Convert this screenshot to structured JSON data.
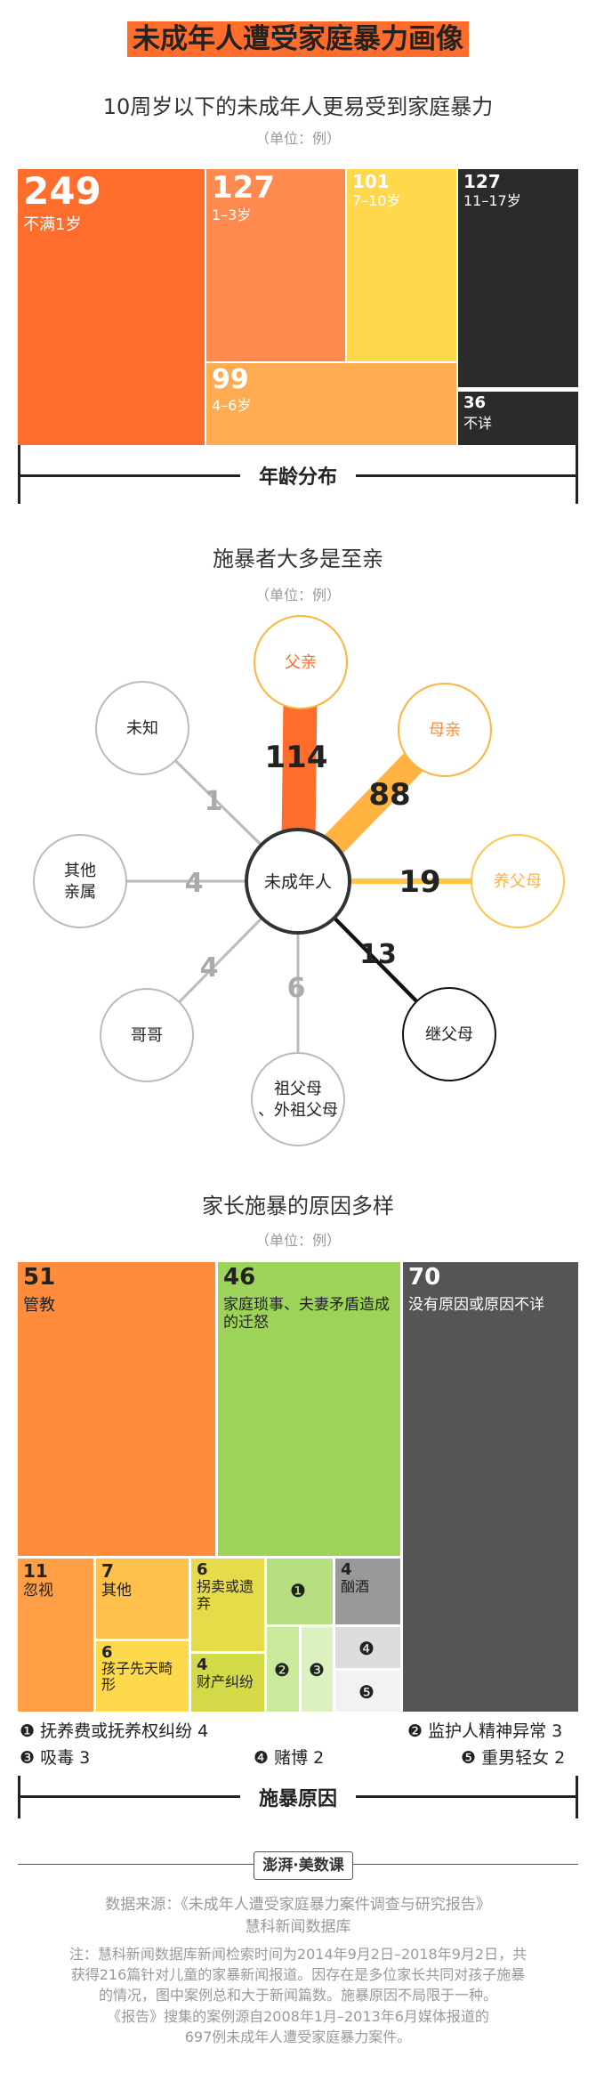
{
  "title": "未成年人遭受家庭暴力画像",
  "section1": {
    "title": "10周岁以下的未成年人更易受到家庭暴力",
    "unit": "（单位：例）",
    "bracket_label": "年龄分布"
  },
  "section2": {
    "title": "施暴者大多是至亲",
    "unit": "（单位：例）",
    "center_label": "未成年人"
  },
  "section3": {
    "title": "家长施暴的原因多样",
    "unit": "（单位：例）",
    "bracket_label": "施暴原因"
  },
  "chart_data": [
    {
      "type": "treemap",
      "title": "10周岁以下的未成年人更易受到家庭暴力",
      "unit": "（单位：例）",
      "items": [
        {
          "label": "不满1岁",
          "value": 249,
          "color": "#ff6d2d"
        },
        {
          "label": "1–3岁",
          "value": 127,
          "color": "#ff8a50"
        },
        {
          "label": "4–6岁",
          "value": 99,
          "color": "#ffab52"
        },
        {
          "label": "7–10岁",
          "value": 101,
          "color": "#ffd84c"
        },
        {
          "label": "11–17岁",
          "value": 127,
          "color": "#2b2b2b"
        },
        {
          "label": "不详",
          "value": 36,
          "color": "#2b2b2b"
        }
      ]
    },
    {
      "type": "network",
      "title": "施暴者大多是至亲",
      "unit": "（单位：例）",
      "center": "未成年人",
      "links": [
        {
          "label": "父亲",
          "value": 114,
          "color": "#ff6d2d"
        },
        {
          "label": "母亲",
          "value": 88,
          "color": "#ffb340"
        },
        {
          "label": "养父母",
          "value": 19,
          "color": "#ffc64a"
        },
        {
          "label": "继父母",
          "value": 13,
          "color": "#111111"
        },
        {
          "label": "祖父母、外祖父母",
          "value": 6,
          "color": "#bbbbbb"
        },
        {
          "label": "哥哥",
          "value": 4,
          "color": "#bbbbbb"
        },
        {
          "label": "其他亲属",
          "value": 4,
          "color": "#bbbbbb"
        },
        {
          "label": "未知",
          "value": 1,
          "color": "#bbbbbb"
        }
      ]
    },
    {
      "type": "treemap",
      "title": "家长施暴的原因多样",
      "unit": "（单位：例）",
      "items": [
        {
          "label": "管教",
          "value": 51,
          "color": "#ff8c3a"
        },
        {
          "label": "家庭琐事、夫妻矛盾造成的迁怒",
          "value": 46,
          "color": "#9ed35a"
        },
        {
          "label": "没有原因或原因不详",
          "value": 70,
          "color": "#555555"
        },
        {
          "label": "忽视",
          "value": 11,
          "color": "#ff9f45"
        },
        {
          "label": "其他",
          "value": 7,
          "color": "#ffc04c"
        },
        {
          "label": "孩子先天畸形",
          "value": 6,
          "color": "#ffd94c"
        },
        {
          "label": "拐卖或遗弃",
          "value": 6,
          "color": "#e6dc4a"
        },
        {
          "label": "财产纠纷",
          "value": 4,
          "color": "#d4da47"
        },
        {
          "label": "酗酒",
          "value": 4,
          "color": "#999999"
        },
        {
          "label": "抚养费或抚养权纠纷",
          "value": 4,
          "color": "#b6e07f"
        },
        {
          "label": "监护人精神异常",
          "value": 3,
          "color": "#c9ea9a"
        },
        {
          "label": "吸毒",
          "value": 3,
          "color": "#dcf1bf"
        },
        {
          "label": "赌博",
          "value": 2,
          "color": "#dddddd"
        },
        {
          "label": "重男轻女",
          "value": 2,
          "color": "#f2f2f2"
        }
      ],
      "legend": [
        {
          "marker": "❶",
          "label": "抚养费或抚养权纠纷",
          "value": "4"
        },
        {
          "marker": "❷",
          "label": "监护人精神异常",
          "value": "3"
        },
        {
          "marker": "❸",
          "label": "吸毒",
          "value": "3"
        },
        {
          "marker": "❹",
          "label": "赌博",
          "value": "2"
        },
        {
          "marker": "❺",
          "label": "重男轻女",
          "value": "2"
        }
      ]
    }
  ],
  "footer": {
    "logo": "澎湃·美数课",
    "source_line1": "数据来源：《未成年人遭受家庭暴力案件调查与研究报告》",
    "source_line2": "慧科新闻数据库",
    "note_line1": "注：慧科新闻数据库新闻检索时间为2014年9月2日–2018年9月2日，共",
    "note_line2": "获得216篇针对儿童的家暴新闻报道。因存在是多位家长共同对孩子施暴",
    "note_line3": "的情况，图中案例总和大于新闻篇数。施暴原因不局限于一种。",
    "note_line4": "《报告》搜集的案例源自2008年1月–2013年6月媒体报道的",
    "note_line5": "697例未成年人遭受家庭暴力案件。"
  }
}
